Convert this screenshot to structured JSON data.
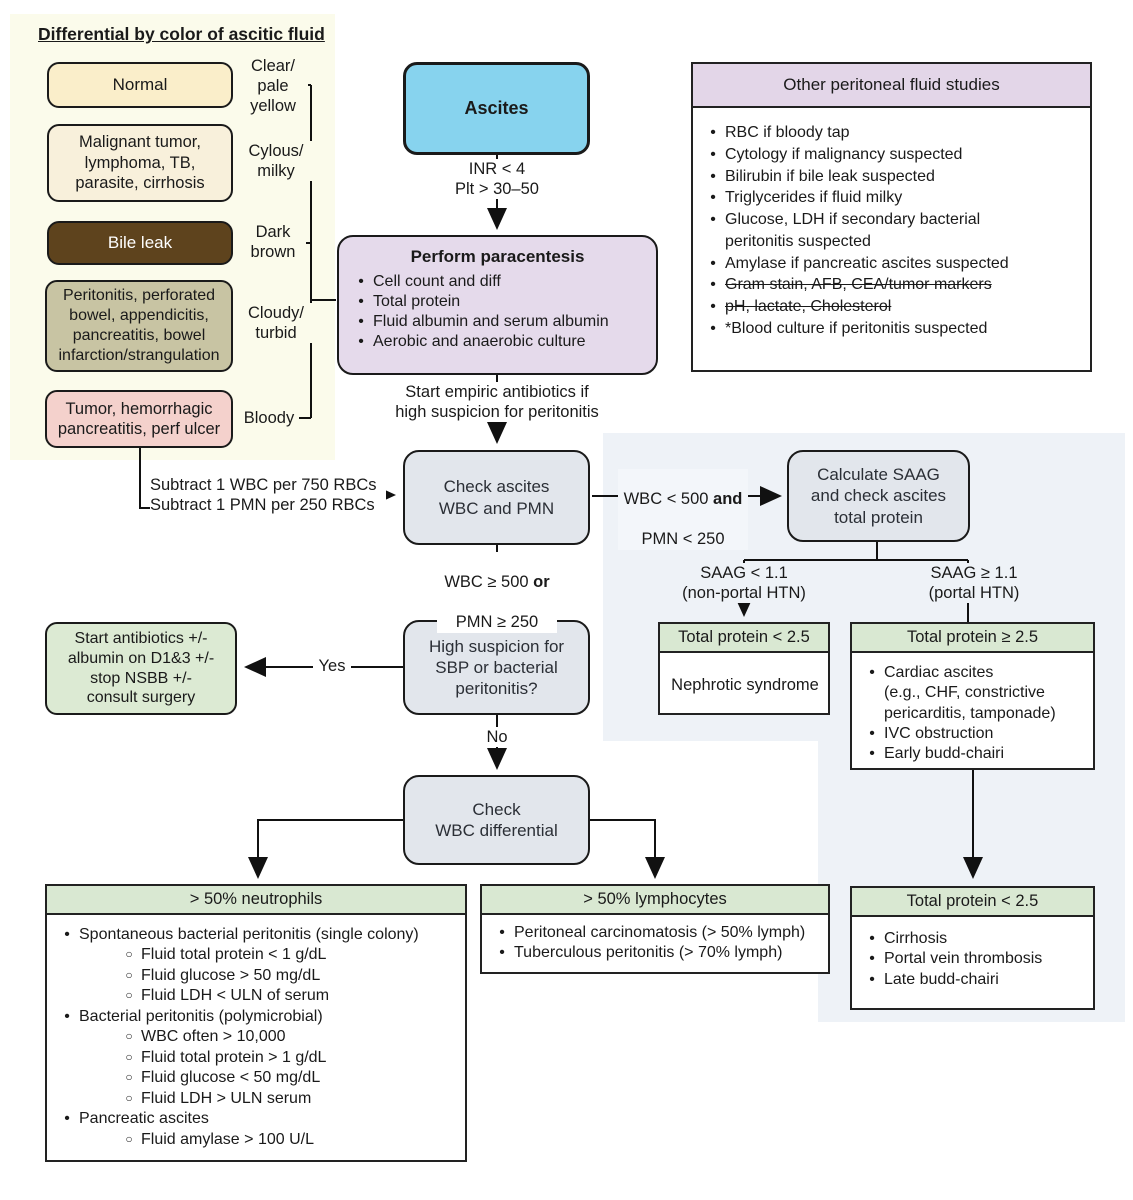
{
  "colors": {
    "ascites_blue": "#87d3ee",
    "lavender": "#e5daeb",
    "lavender_header": "#e3d6e8",
    "node_gray": "#e2e6ec",
    "green_header": "#d9e8d2",
    "green_box": "#dcead3",
    "cream": "#faeeca",
    "cream_light": "#f8f0db",
    "brown": "#5e431d",
    "olive": "#c8c4a3",
    "pink": "#f4d1cc",
    "panel_yellow": "#fbfbeb",
    "panel_blue": "#eef2f7",
    "line": "#111111"
  },
  "legend": {
    "title": "Differential by color of ascitic fluid",
    "entries": [
      {
        "box": "Normal",
        "arrow_label": "Clear/\npale\nyellow"
      },
      {
        "box": "Malignant tumor,\nlymphoma, TB,\nparasite, cirrhosis",
        "arrow_label": "Cylous/\nmilky"
      },
      {
        "box": "Bile leak",
        "arrow_label": "Dark\nbrown"
      },
      {
        "box": "Peritonitis, perforated\nbowel, appendicitis,\npancreatitis, bowel\ninfarction/strangulation",
        "arrow_label": "Cloudy/\nturbid"
      },
      {
        "box": "Tumor, hemorrhagic\npancreatitis, perf ulcer",
        "arrow_label": "Bloody"
      }
    ]
  },
  "other_studies": {
    "title": "Other peritoneal fluid studies",
    "items": [
      {
        "text": "RBC if bloody tap",
        "struck": false
      },
      {
        "text": "Cytology if malignancy suspected",
        "struck": false
      },
      {
        "text": "Bilirubin if bile leak suspected",
        "struck": false
      },
      {
        "text": "Triglycerides if fluid milky",
        "struck": false
      },
      {
        "text": "Glucose, LDH if secondary bacterial\nperitonitis suspected",
        "struck": false
      },
      {
        "text": "Amylase if pancreatic ascites suspected",
        "struck": false
      },
      {
        "text": "Gram stain, AFB, CEA/tumor markers",
        "struck": true
      },
      {
        "text": "pH, lactate, Cholesterol",
        "struck": true
      },
      {
        "text": "*Blood culture if peritonitis suspected",
        "struck": false
      }
    ]
  },
  "flow": {
    "ascites": "Ascites",
    "ascites_conditions": "INR < 4\nPlt > 30–50",
    "paracentesis": {
      "title": "Perform paracentesis",
      "bullets": [
        "Cell count and diff",
        "Total protein",
        "Fluid albumin and serum albumin",
        "Aerobic and anaerobic culture"
      ]
    },
    "empiric_note": "Start empiric antibiotics if\nhigh suspicion for peritonitis",
    "subtract_note": "Subtract 1 WBC per 750 RBCs\nSubtract 1 PMN per 250 RBCs",
    "check_wbc_pmn": "Check ascites\nWBC and PMN",
    "wbc_low": {
      "l1": "WBC < 500 ",
      "bold": "and",
      "l2": "PMN < 250"
    },
    "wbc_high": {
      "l1": "WBC ≥ 500 ",
      "bold": "or",
      "l2": "PMN ≥ 250"
    },
    "calc_saag": "Calculate SAAG\nand check ascites\ntotal protein",
    "saag_low": "SAAG < 1.1\n(non-portal HTN)",
    "saag_high": "SAAG ≥ 1.1\n(portal HTN)",
    "high_suspicion": "High suspicion for\nSBP or bacterial\nperitonitis?",
    "yes": "Yes",
    "no": "No",
    "start_antibiotics": "Start antibiotics +/-\nalbumin on D1&3 +/-\nstop NSBB +/-\nconsult surgery",
    "check_differential": "Check\nWBC differential"
  },
  "outcomes": {
    "nephrotic": {
      "header": "Total protein < 2.5",
      "body": "Nephrotic syndrome"
    },
    "tp_high": {
      "header": "Total protein ≥ 2.5",
      "bullets": [
        "Cardiac ascites\n(e.g., CHF, constrictive\npericarditis, tamponade)",
        "IVC obstruction",
        "Early budd-chairi"
      ]
    },
    "tp_low": {
      "header": "Total protein < 2.5",
      "bullets": [
        "Cirrhosis",
        "Portal vein thrombosis",
        "Late budd-chairi"
      ]
    },
    "neutrophils": {
      "header": "> 50% neutrophils",
      "items": [
        {
          "level": 1,
          "text": "Spontaneous bacterial peritonitis (single colony)"
        },
        {
          "level": 2,
          "text": "Fluid total protein < 1 g/dL"
        },
        {
          "level": 2,
          "text": "Fluid glucose > 50 mg/dL"
        },
        {
          "level": 2,
          "text": "Fluid LDH < ULN of serum"
        },
        {
          "level": 1,
          "text": "Bacterial peritonitis (polymicrobial)"
        },
        {
          "level": 2,
          "text": "WBC often > 10,000"
        },
        {
          "level": 2,
          "text": "Fluid total protein > 1 g/dL"
        },
        {
          "level": 2,
          "text": "Fluid glucose < 50 mg/dL"
        },
        {
          "level": 2,
          "text": "Fluid LDH > ULN serum"
        },
        {
          "level": 1,
          "text": "Pancreatic ascites"
        },
        {
          "level": 2,
          "text": "Fluid amylase > 100 U/L"
        }
      ]
    },
    "lymphocytes": {
      "header": "> 50% lymphocytes",
      "bullets": [
        "Peritoneal carcinomatosis (> 50% lymph)",
        "Tuberculous peritonitis (> 70% lymph)"
      ]
    }
  }
}
